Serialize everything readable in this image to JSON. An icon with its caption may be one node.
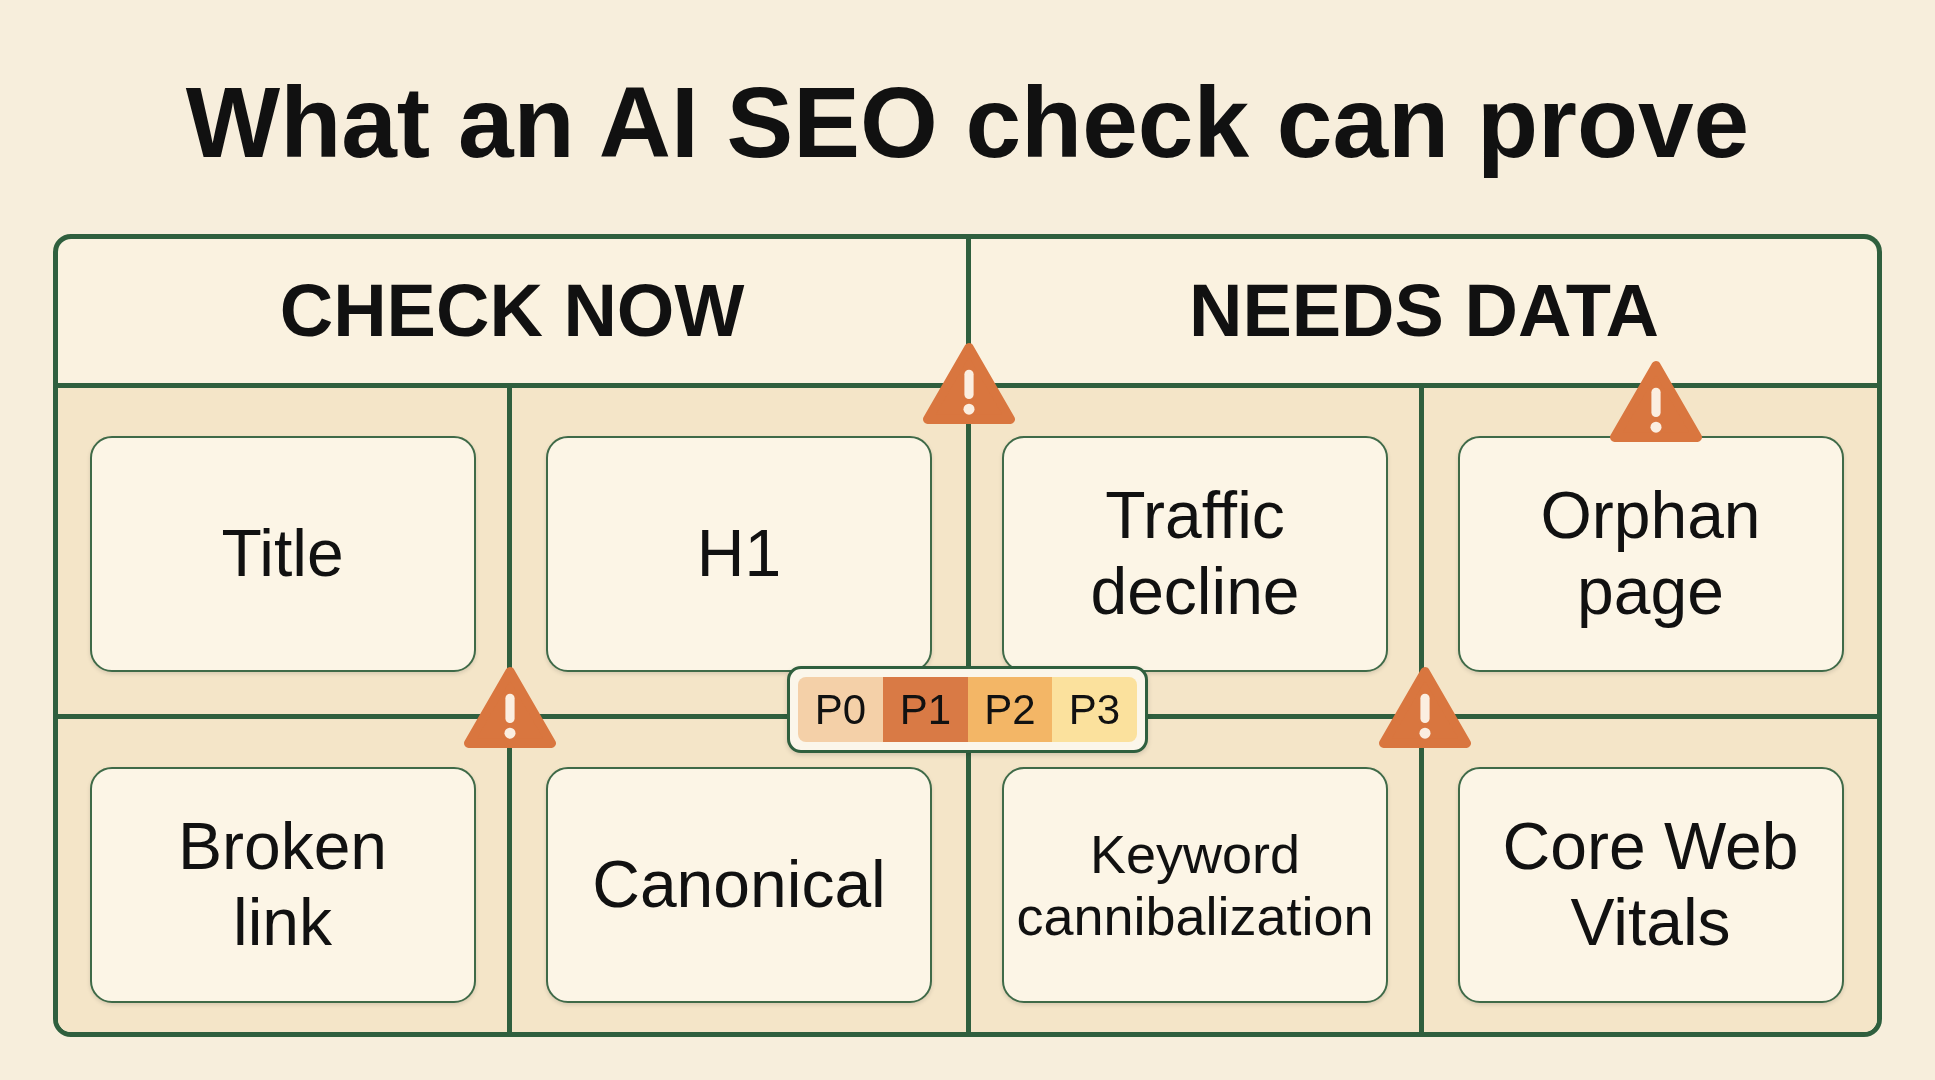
{
  "diagram": {
    "title": "What an AI SEO check can prove",
    "nodes": [
      {
        "text": [
          "CHECK NOW"
        ]
      },
      {
        "text": [
          "Title"
        ],
        "in": 0
      },
      {
        "text": [
          "H1"
        ],
        "in": 0
      },
      {
        "text": [
          "Broken link"
        ],
        "in": 0
      },
      {
        "text": [
          "Canonical"
        ],
        "in": 0
      },
      {
        "text": [
          "NEEDS DATA"
        ]
      },
      {
        "text": [
          "Traffic decline"
        ],
        "in": 5
      },
      {
        "text": [
          "Orphan page"
        ],
        "in": 5
      },
      {
        "text": [
          "Keyword cannibalization"
        ],
        "in": 5
      },
      {
        "text": [
          "Core Web Vitals"
        ],
        "in": 5
      },
      {
        "text": [],
        "shape": "box"
      },
      {
        "text": [
          "P0"
        ]
      },
      {
        "text": [
          "P1"
        ]
      },
      {
        "text": [
          "P2"
        ]
      },
      {
        "text": [
          "P3"
        ]
      }
    ]
  }
}
